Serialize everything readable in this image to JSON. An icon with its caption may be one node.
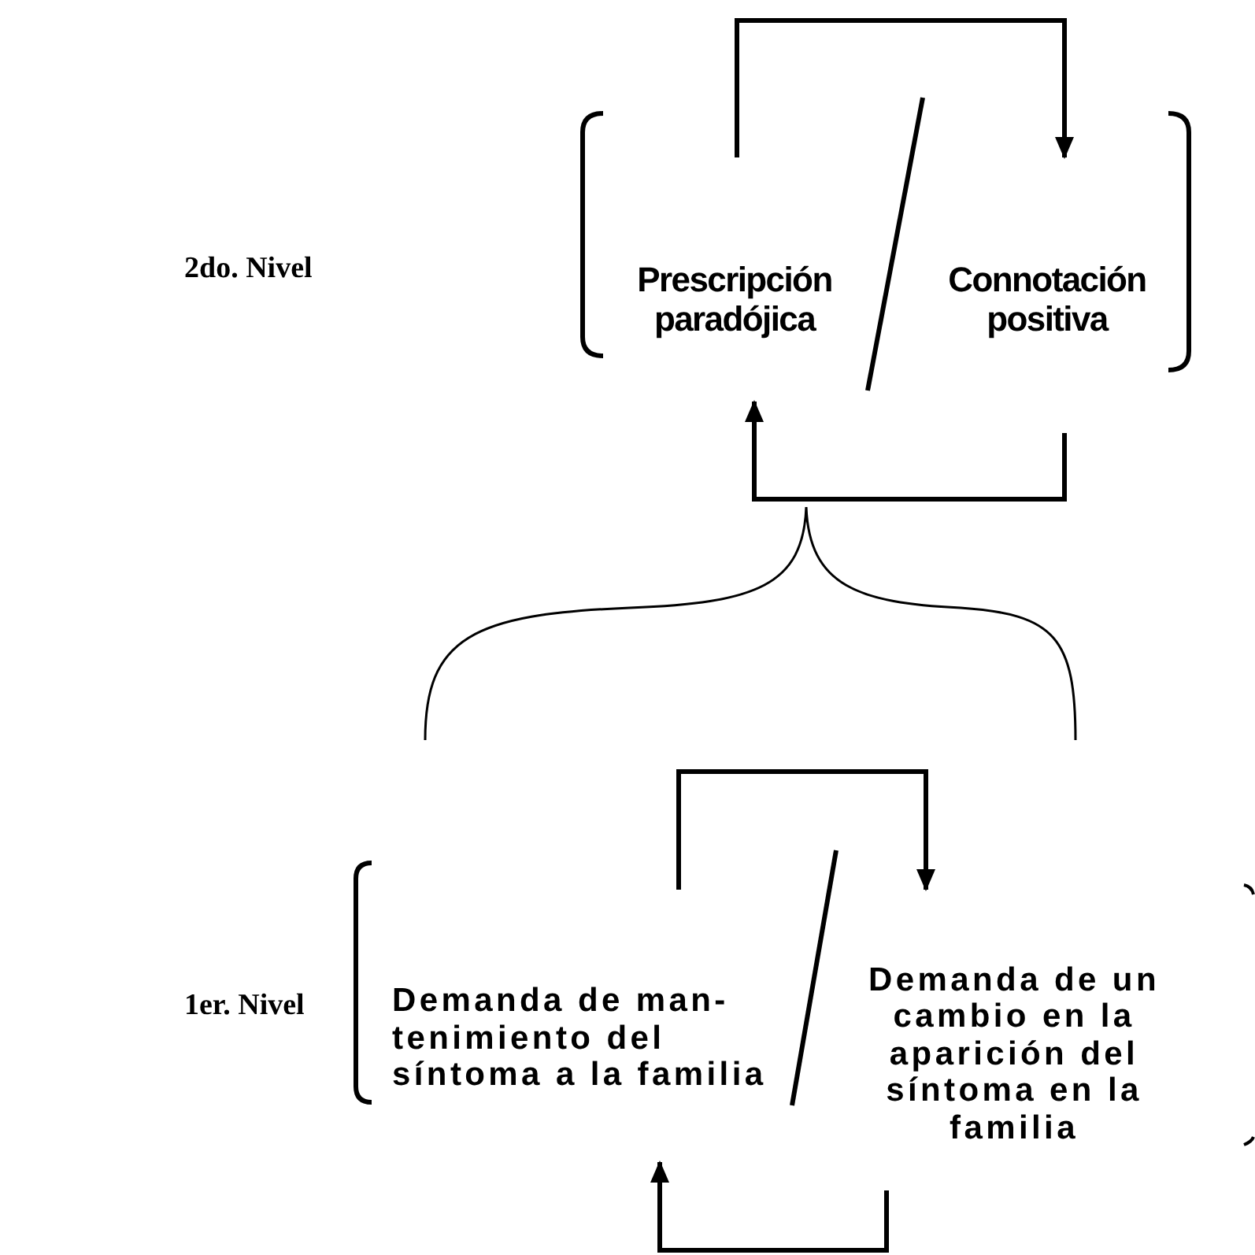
{
  "diagram": {
    "nodes": [
      {
        "text": [
          "Prescripción paradójica"
        ]
      },
      {
        "text": [
          "Connotación positiva"
        ]
      },
      {
        "text": [
          "Demanda de man- tenimiento del síntoma a la familia"
        ]
      },
      {
        "text": [
          "Demanda de un cambio en la aparición del síntoma en la familia"
        ]
      }
    ],
    "edges": [
      {
        "from": 0,
        "to": 1,
        "arrow": "to"
      },
      {
        "from": 1,
        "to": 0,
        "arrow": "to"
      },
      {
        "from": 2,
        "to": 3,
        "arrow": "to"
      },
      {
        "from": 3,
        "to": 2,
        "arrow": "to"
      }
    ],
    "labels": [
      "2do. Nivel",
      "1er. Nivel"
    ]
  }
}
